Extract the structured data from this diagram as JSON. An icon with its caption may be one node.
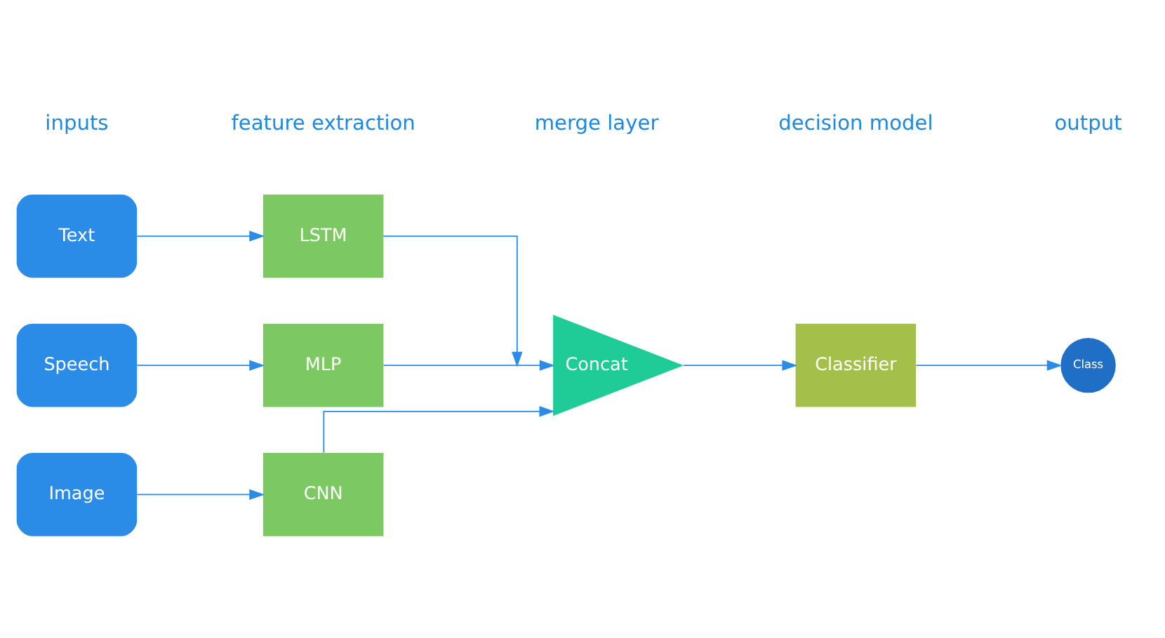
{
  "diagram": {
    "nodes": [
      {
        "text": [
          "Text"
        ]
      },
      {
        "text": [
          "Speech"
        ]
      },
      {
        "text": [
          "Image"
        ]
      },
      {
        "text": [
          "LSTM"
        ]
      },
      {
        "text": [
          "MLP"
        ]
      },
      {
        "text": [
          "CNN"
        ]
      },
      {
        "text": [
          "Concat"
        ]
      },
      {
        "text": [
          "Classifier"
        ]
      },
      {
        "text": [
          "Class"
        ]
      }
    ],
    "edges": [
      {
        "from": 0,
        "to": 3,
        "arrow": "to"
      },
      {
        "from": 1,
        "to": 4,
        "arrow": "to"
      },
      {
        "from": 2,
        "to": 5,
        "arrow": "to"
      },
      {
        "from": 3,
        "to": 6,
        "arrow": "to"
      },
      {
        "from": 4,
        "to": 6,
        "arrow": "to"
      },
      {
        "from": 5,
        "to": 6,
        "arrow": "to"
      },
      {
        "from": 6,
        "to": 7,
        "arrow": "to"
      },
      {
        "from": 7,
        "to": 8,
        "arrow": "to"
      }
    ],
    "labels": [
      "inputs",
      "feature extraction",
      "merge layer",
      "decision model",
      "output"
    ]
  }
}
